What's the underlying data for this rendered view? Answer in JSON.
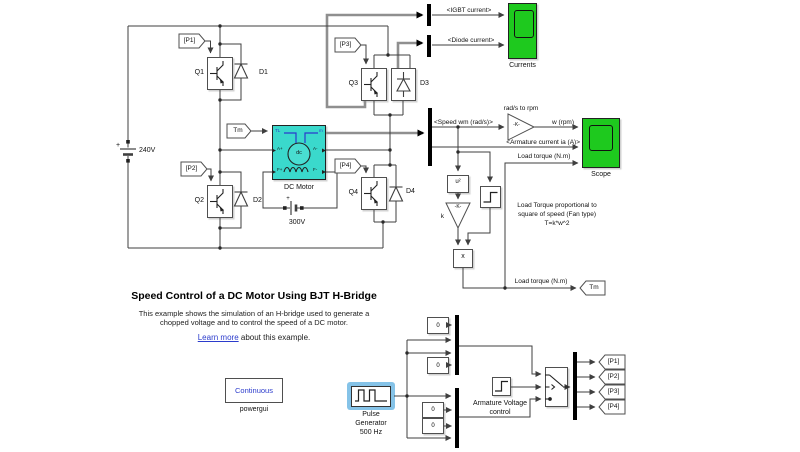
{
  "bridge": {
    "q1": "Q1",
    "q2": "Q2",
    "q3": "Q3",
    "q4": "Q4",
    "d1": "D1",
    "d2": "D2",
    "d3": "D3",
    "d4": "D4",
    "p1": "[P1]",
    "p2": "[P2]",
    "p3": "[P3]",
    "p4": "[P4]",
    "v240": "240V",
    "v300": "300V",
    "plus240": "+",
    "plus300": "+"
  },
  "motor": {
    "name": "DC Motor",
    "tm": "Tm",
    "tl": "TL",
    "m": "m",
    "a_plus": "A+",
    "a_minus": "A-",
    "f_plus": "F+",
    "f_minus": "F-",
    "dc": "dc"
  },
  "meas": {
    "igbt": "<IGBT current>",
    "diode": "<Diode current>",
    "currents": "Currents",
    "speed": "<Speed wm (rad/s)>",
    "rad2rpm": "rad/s to rpm",
    "gain1": "-K-",
    "wrpm": "w (rpm)",
    "armature": "<Armature current ia (A)>",
    "load1": "Load torque (N.m)",
    "scope": "Scope"
  },
  "load": {
    "u2": "u²",
    "gain2": "-K-",
    "k": "k",
    "x": "x",
    "note1": "Load Torque proportional to",
    "note2": "square of speed (Fan type)",
    "note3": "T=k*w^2",
    "load2": "Load torque (N.m)",
    "tm": "Tm"
  },
  "desc": {
    "title": "Speed Control of a DC Motor Using BJT H-Bridge",
    "line1": "This example shows the simulation of an H-bridge used to generate a",
    "line2": "chopped voltage and to control the speed of a DC motor.",
    "link": "Learn more",
    "after_link": " about this example."
  },
  "powergui": {
    "mode": "Continuous",
    "name": "powergui"
  },
  "ctrl": {
    "pulse1": "Pulse",
    "pulse2": "Generator",
    "pulse3": "500 Hz",
    "c1": "0",
    "c2": "0",
    "c3": "0",
    "c4": "0",
    "avc1": "Armature Voltage",
    "avc2": "control",
    "g1": "[P1]",
    "g2": "[P2]",
    "g3": "[P3]",
    "g4": "[P4]"
  },
  "colors": {
    "motor_fill": "#3ad9cc",
    "scope_green": "#1ec91e",
    "selection_blue": "#85c3e8",
    "link_blue": "#2b3bcc",
    "thick_line": "#8f8f8f"
  }
}
